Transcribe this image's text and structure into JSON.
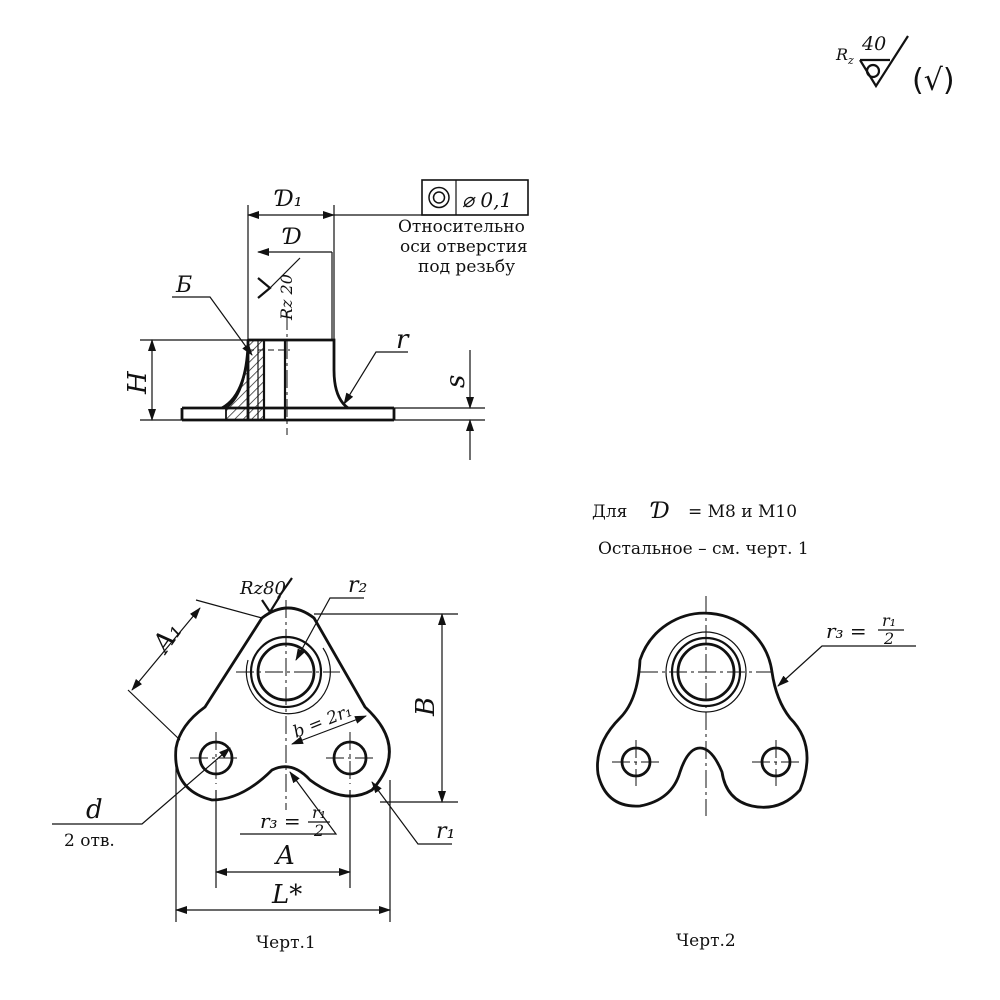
{
  "roughness": {
    "general": "R",
    "general_sub": "z",
    "general_value": "40",
    "paren": "(√)"
  },
  "section_view": {
    "dim_D1": "Ɗ₁",
    "dim_D": "Ɗ",
    "roughness_bore": "Rz 20",
    "label_B": "Б",
    "dim_H": "H",
    "dim_r": "r",
    "dim_s": "s",
    "tolerance_value": "⌀ 0,1",
    "tolerance_note": [
      "Относительно",
      "оси отверстия",
      "под резьбу"
    ]
  },
  "plan_view_1": {
    "roughness_face": "Rz80",
    "dim_r2": "r₂",
    "dim_A1": "A₁",
    "dim_B": "B",
    "dim_b": "b = 2r₁",
    "dim_d": "d",
    "holes_note": "2 отв.",
    "dim_r3": "r₃ =",
    "dim_r3_num": "r₁",
    "dim_r3_den": "2",
    "dim_r1": "r₁",
    "dim_A": "A",
    "dim_L": "L*",
    "caption": "Черт.1"
  },
  "plan_view_2": {
    "note_line1_pre": "Для",
    "note_line1_sym": "Ɗ",
    "note_line1_post": "= M8 и M10",
    "note_line2": "Остальное – см. черт. 1",
    "dim_r3": "r₃ =",
    "dim_r3_num": "r₁",
    "dim_r3_den": "2",
    "caption": "Черт.2"
  }
}
